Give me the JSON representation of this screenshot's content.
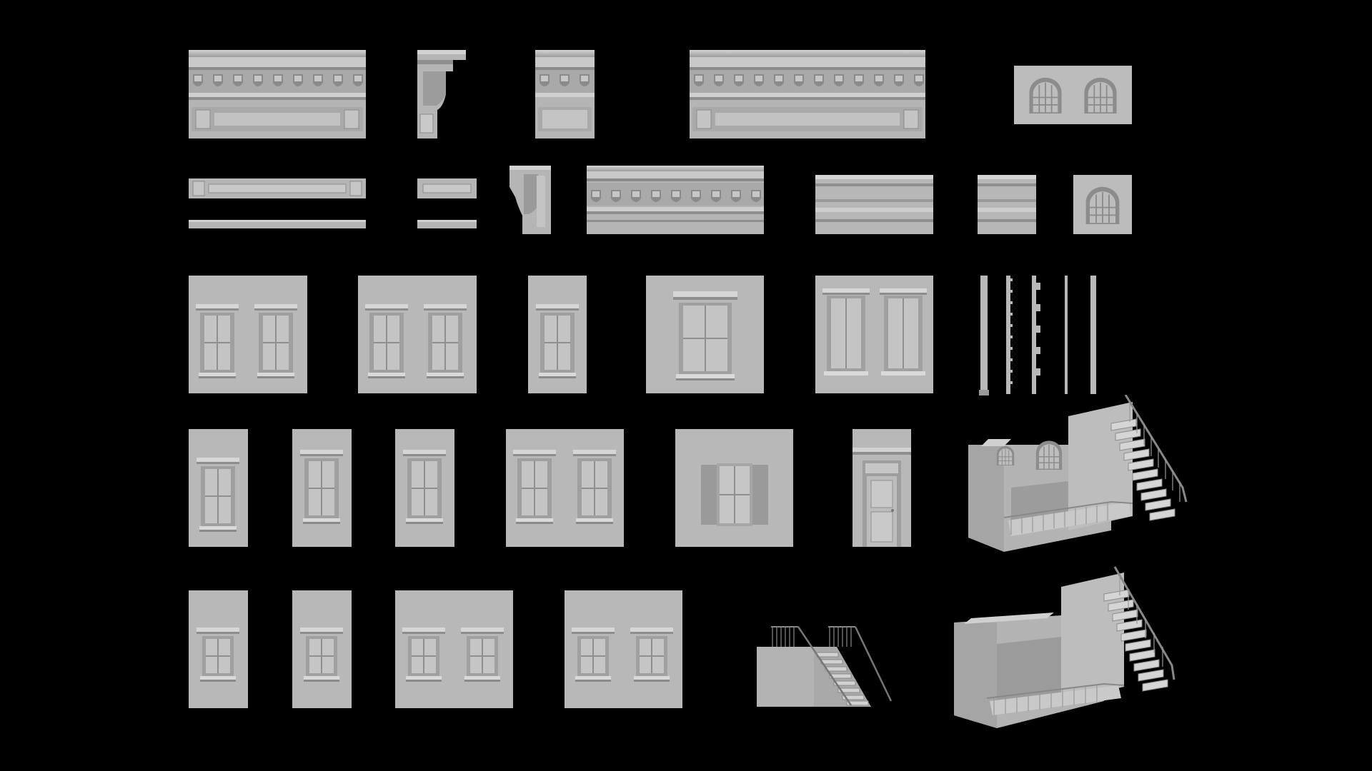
{
  "scene": {
    "background": "#000000",
    "material": "#b8b8b8",
    "groups": [
      {
        "type": "cornice-with-dentils",
        "count": 3
      },
      {
        "type": "cornice-bracket",
        "count": 2
      },
      {
        "type": "arched-window-panel",
        "count": 2
      },
      {
        "type": "frieze-bands",
        "count": 2
      },
      {
        "type": "plain-molding",
        "count": 2
      },
      {
        "type": "wall-window-panel",
        "count": 14
      },
      {
        "type": "wall-shuttered-window-panel",
        "count": 1
      },
      {
        "type": "wall-door-panel",
        "count": 1
      },
      {
        "type": "vertical-trim-strip",
        "count": 5
      },
      {
        "type": "stair-with-railings",
        "count": 1
      },
      {
        "type": "stoop-assembly",
        "count": 2
      }
    ]
  }
}
